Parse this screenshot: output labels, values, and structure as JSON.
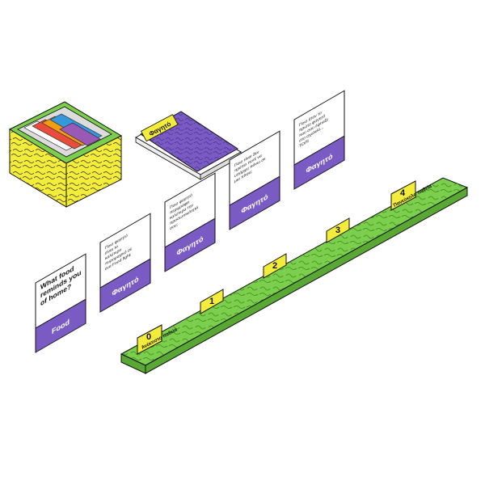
{
  "scene": {
    "colors": {
      "purple": "#7a5bc4",
      "yellow": "#f3ec3a",
      "green": "#7ccf4d",
      "dark_green": "#5aa834",
      "white": "#ffffff",
      "outline": "#111111"
    },
    "deck": {
      "label": "Φαγητό"
    },
    "cards": [
      {
        "question": "What food reminds you of home?",
        "category": "Food"
      },
      {
        "question": "Ποιο φαγητό είναι το καλύτερο πυρομαχικό σε ένα Food fight;",
        "category": "Φαγητό"
      },
      {
        "question": "Ποιο φαγητό περιγράφει καλύτερα την προσωπικότητά σου;",
        "category": "Φαγητό"
      },
      {
        "question": "Ποιο είναι δεν πρέπει ποτέ να υπάρχει πάνω σε μια πίτσα;",
        "category": "Φαγητό"
      },
      {
        "question": "Ποιο ήταν το πρώτο φαγητό που σου έφτιαξε στο σχολείο... ΤΟΠΙ",
        "category": "Φαγητό"
      }
    ],
    "track": {
      "markers": [
        "0",
        "1",
        "2",
        "3",
        "4"
      ],
      "start_label": "Ανέκτιστο παθεία",
      "end_label": "Πανεύκολο παθεία"
    }
  }
}
